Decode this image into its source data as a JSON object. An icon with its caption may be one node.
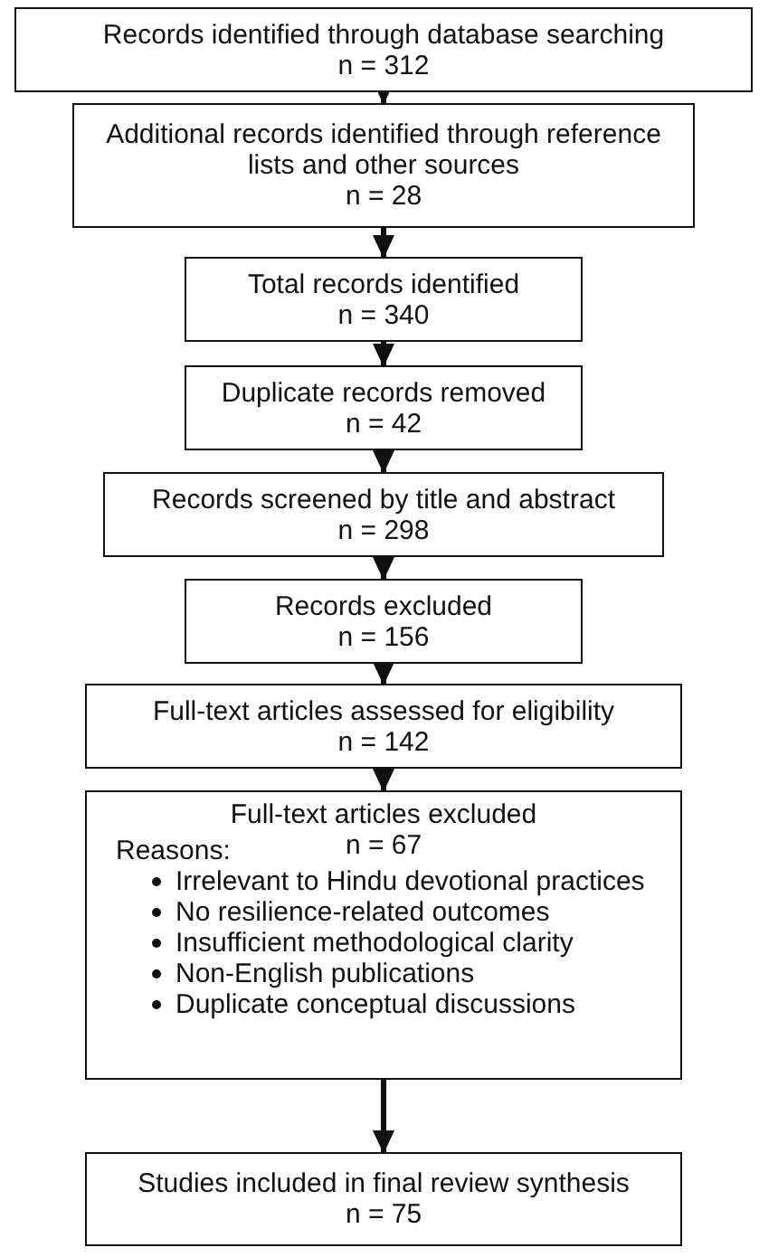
{
  "diagram": {
    "nodes": [
      {
        "text": [
          "Records identified through database searching",
          "n = 312"
        ]
      },
      {
        "text": [
          "Additional records identified through reference lists and other sources",
          "n = 28"
        ]
      },
      {
        "text": [
          "Total records identified",
          "n = 340"
        ]
      },
      {
        "text": [
          "Duplicate records removed",
          "n = 42"
        ]
      },
      {
        "text": [
          "Records screened by title and abstract",
          "n = 298"
        ]
      },
      {
        "text": [
          "Records excluded",
          "n = 156"
        ]
      },
      {
        "text": [
          "Full-text articles assessed for eligibility",
          "n = 142"
        ]
      },
      {
        "text": [
          "Full-text articles excluded",
          "n = 67",
          "Reasons:",
          "Irrelevant to Hindu devotional practices",
          "No resilience-related outcomes",
          "Insufficient methodological clarity",
          "Non-English publications",
          "Duplicate conceptual discussions"
        ]
      },
      {
        "text": [
          "Studies included in final review synthesis",
          "n = 75"
        ]
      }
    ],
    "edges": [
      {
        "from": 0,
        "to": 1,
        "arrow": "to"
      },
      {
        "from": 1,
        "to": 2,
        "arrow": "to"
      },
      {
        "from": 2,
        "to": 3,
        "arrow": "to"
      },
      {
        "from": 3,
        "to": 4,
        "arrow": "to"
      },
      {
        "from": 4,
        "to": 5,
        "arrow": "to"
      },
      {
        "from": 5,
        "to": 6,
        "arrow": "to"
      },
      {
        "from": 6,
        "to": 7,
        "arrow": "to"
      },
      {
        "from": 7,
        "to": 8,
        "arrow": "to"
      }
    ]
  }
}
